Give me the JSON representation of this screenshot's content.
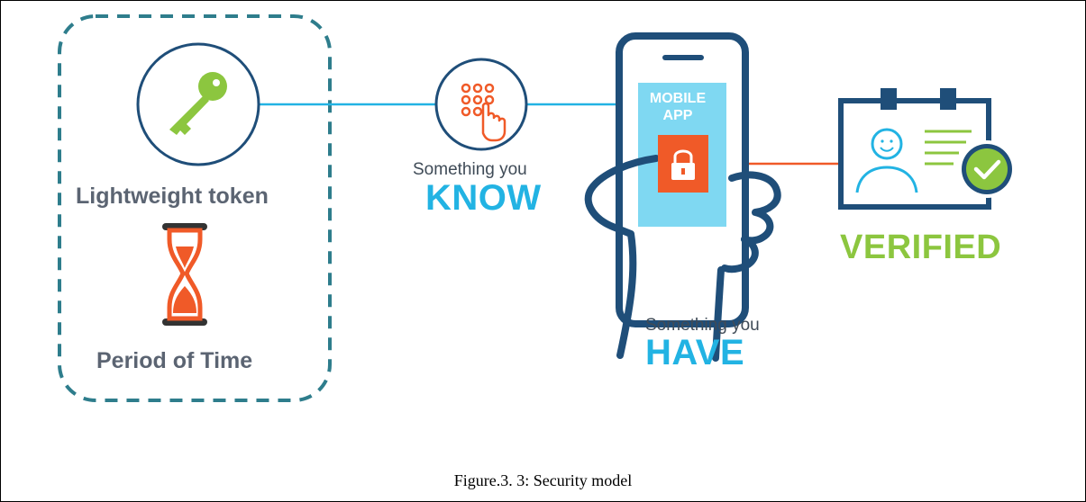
{
  "token": {
    "label": "Lightweight token",
    "icon": "key-icon"
  },
  "period": {
    "label": "Period of Time",
    "icon": "hourglass-icon"
  },
  "know": {
    "small": "Something you",
    "big": "KNOW",
    "icon": "keypad-icon"
  },
  "have": {
    "small": "Something you",
    "big": "HAVE",
    "icon": "phone-in-hand-icon"
  },
  "mobile_app": {
    "line1": "MOBILE",
    "line2": "APP",
    "icon": "padlock-icon"
  },
  "verified": {
    "label": "VERIFIED",
    "icon": "id-badge-icon"
  },
  "caption": "Figure.3. 3: Security model",
  "colors": {
    "dark_blue": "#1f4e79",
    "cyan": "#22b3e3",
    "green": "#8cc63f",
    "orange": "#f05a28",
    "gray_text": "#5b6472",
    "dashed_box": "#2e7d8c"
  }
}
